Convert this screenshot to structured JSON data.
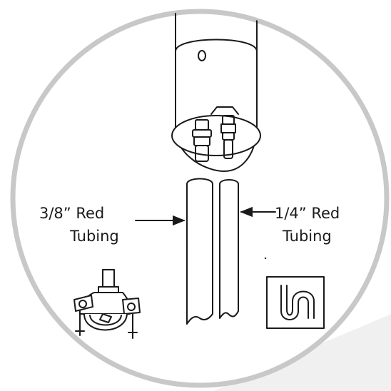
{
  "labels": {
    "left_line1": "3/8” Red",
    "left_line2": "Tubing",
    "right_line1": "1/4” Red",
    "right_line2": "Tubing"
  },
  "colors": {
    "circle_border": "#c8c8c8",
    "line": "#1a1a1a",
    "background": "#ffffff",
    "shadow": "#ececec"
  },
  "icons": {
    "filter": "filter-housing-icon",
    "clamp": "saddle-valve-icon",
    "drain": "drain-trap-icon"
  }
}
